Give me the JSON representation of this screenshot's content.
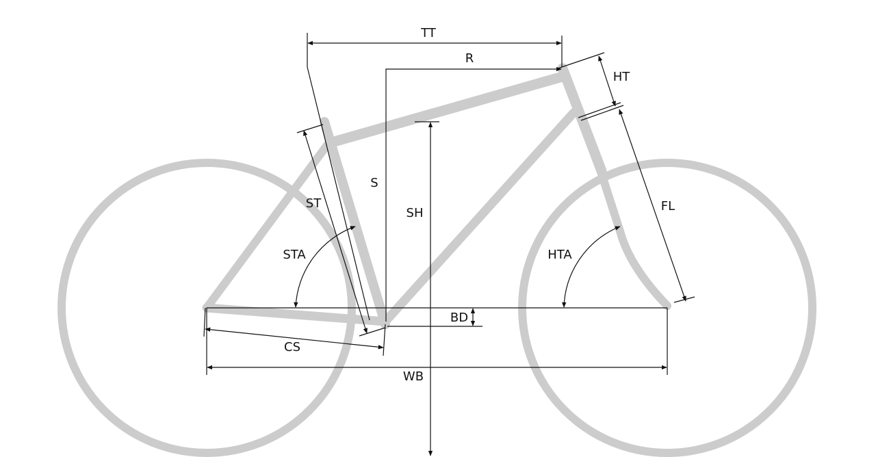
{
  "labels": {
    "tt": "TT",
    "r": "R",
    "ht": "HT",
    "s": "S",
    "sh": "SH",
    "st": "ST",
    "sta": "STA",
    "fl": "FL",
    "hta": "HTA",
    "bd": "BD",
    "cs": "CS",
    "wb": "WB"
  },
  "colors": {
    "frame": "#cccccc",
    "dimension": "#111111",
    "background": "#ffffff"
  }
}
